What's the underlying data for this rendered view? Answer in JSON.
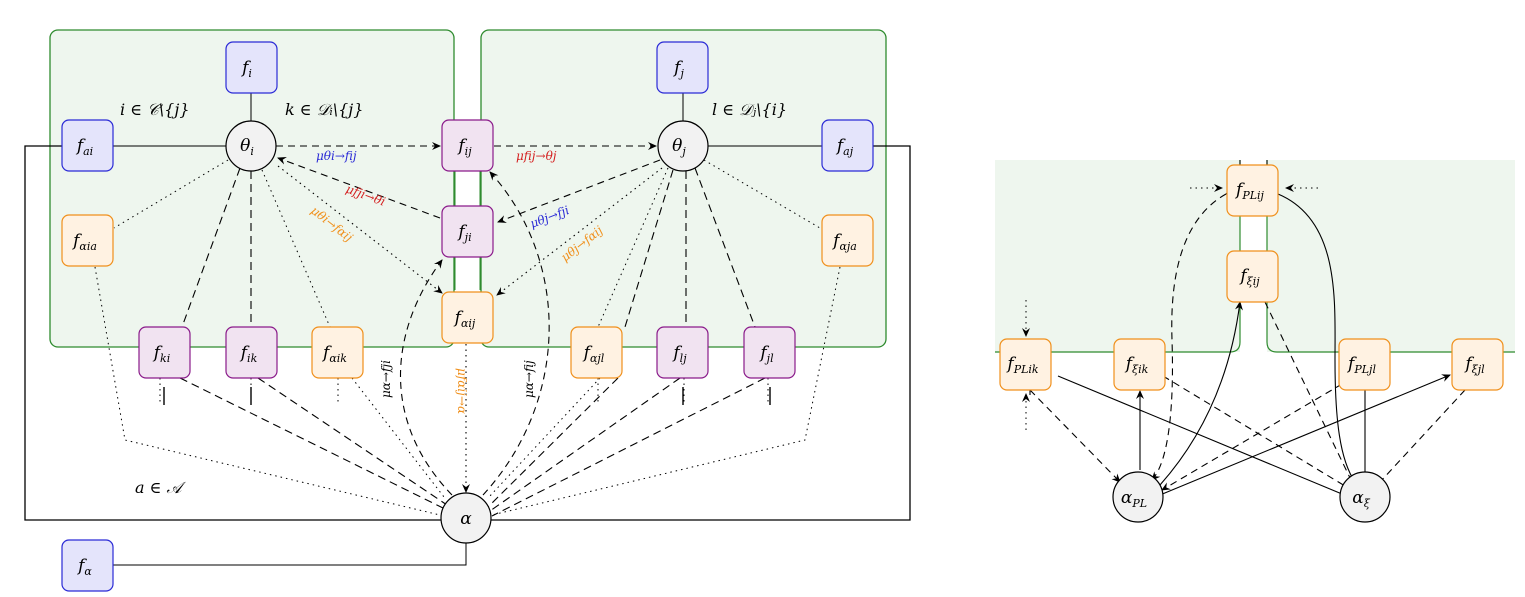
{
  "colors": {
    "region_fill": "#eef6ee",
    "region_stroke": "#2e8b2e",
    "blue_fill": "#e4e4fb",
    "blue_stroke": "#2a2ad6",
    "purple_fill": "#f1e3f1",
    "purple_stroke": "#8a1a8a",
    "orange_fill": "#fff2e2",
    "orange_stroke": "#f0901c",
    "circle_fill": "#f2f2f2",
    "msg_blue": "#2a2ad6",
    "msg_red": "#d42020",
    "msg_orange": "#f0901c"
  },
  "left": {
    "labels": {
      "set_C": "i ∈ 𝒞\\{j}",
      "set_Di": "k ∈ 𝒟ᵢ\\{j}",
      "set_Dj": "l ∈ 𝒟ⱼ\\{i}",
      "set_A": "a ∈ 𝒜"
    },
    "nodes": {
      "f_i": {
        "main": "f",
        "sub": "i"
      },
      "f_j": {
        "main": "f",
        "sub": "j"
      },
      "f_ai": {
        "main": "f",
        "sub": "ai"
      },
      "f_aj": {
        "main": "f",
        "sub": "aj"
      },
      "f_ij": {
        "main": "f",
        "sub": "ij"
      },
      "f_ji": {
        "main": "f",
        "sub": "ji"
      },
      "f_alpha_ij": {
        "main": "f",
        "sub": "αij"
      },
      "f_alpha_ia": {
        "main": "f",
        "sub": "αia"
      },
      "f_alpha_ja": {
        "main": "f",
        "sub": "αja"
      },
      "f_ki": {
        "main": "f",
        "sub": "ki"
      },
      "f_ik": {
        "main": "f",
        "sub": "ik"
      },
      "f_alpha_ik": {
        "main": "f",
        "sub": "αik"
      },
      "f_alpha_jl": {
        "main": "f",
        "sub": "αjl"
      },
      "f_lj": {
        "main": "f",
        "sub": "lj"
      },
      "f_jl": {
        "main": "f",
        "sub": "jl"
      },
      "f_alpha": {
        "main": "f",
        "sub": "α"
      },
      "theta_i": {
        "main": "θ",
        "sub": "i"
      },
      "theta_j": {
        "main": "θ",
        "sub": "j"
      },
      "alpha": {
        "main": "α",
        "sub": ""
      }
    },
    "messages": {
      "m_thi_fij": "μθi→fij",
      "m_fij_thj": "μfij→θj",
      "m_fji_thi": "μfji→θi",
      "m_thj_fji": "μθj→fji",
      "m_thi_faij": "μθi→fαij",
      "m_thj_faij": "μθj→fαij",
      "m_a_fji": "μα→fji",
      "m_a_fij": "μα→fij",
      "m_faij_a": "μfαij→α"
    }
  },
  "right": {
    "nodes": {
      "f_PL_ij": {
        "main": "f",
        "sub": "PLij"
      },
      "f_xi_ij": {
        "main": "f",
        "sub": "ξij"
      },
      "f_PL_ik": {
        "main": "f",
        "sub": "PLik"
      },
      "f_xi_ik": {
        "main": "f",
        "sub": "ξik"
      },
      "f_PL_jl": {
        "main": "f",
        "sub": "PLjl"
      },
      "f_xi_jl": {
        "main": "f",
        "sub": "ξjl"
      },
      "alpha_PL": {
        "main": "α",
        "sub": "PL"
      },
      "alpha_xi": {
        "main": "α",
        "sub": "ξ"
      }
    },
    "continuation": {
      "dots_h": "· · ·",
      "dots_v": "⋮"
    }
  }
}
